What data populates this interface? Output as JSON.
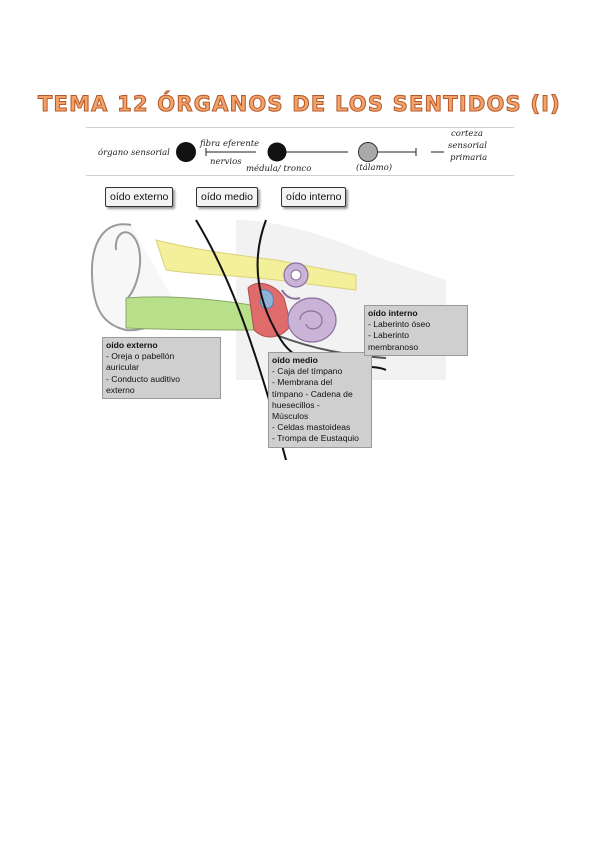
{
  "title": "TEMA 12 ÓRGANOS DE LOS SENTIDOS (I)",
  "flow": {
    "organo": "órgano sensorial",
    "fibra": "fibra eferente",
    "nervios": "nervios",
    "medula": "médula/ tronco",
    "talamo": "(tálamo)",
    "corteza": [
      "corteza",
      "sensorial",
      "primaria"
    ]
  },
  "tabs": {
    "externo": "oído externo",
    "medio": "oído medio",
    "interno": "oído interno"
  },
  "boxes": {
    "externo": {
      "heading": "oído externo",
      "lines": [
        "- Oreja o pabellón",
        "auricular",
        "- Conducto auditivo",
        "externo"
      ]
    },
    "medio": {
      "heading": "oído medio",
      "lines": [
        "- Caja del tímpano",
        "- Membrana del",
        "tímpano - Cadena de",
        "huesecillos  -",
        "Músculos",
        "- Celdas mastoideas",
        "- Trompa de Eustaquio"
      ]
    },
    "interno": {
      "heading": "oído interno",
      "lines": [
        "- Laberinto óseo",
        "- Laberinto",
        "membranoso"
      ]
    }
  },
  "colors": {
    "title_fill": "#f2a36a",
    "title_stroke": "#b5582a",
    "outer_ear_canal": "#b8e08a",
    "nerve_yellow": "#f3ef9b",
    "middle_ear_red": "#e06b6b",
    "inner_ear_purple": "#c9b3d6",
    "info_box": "#cfcfcf"
  }
}
